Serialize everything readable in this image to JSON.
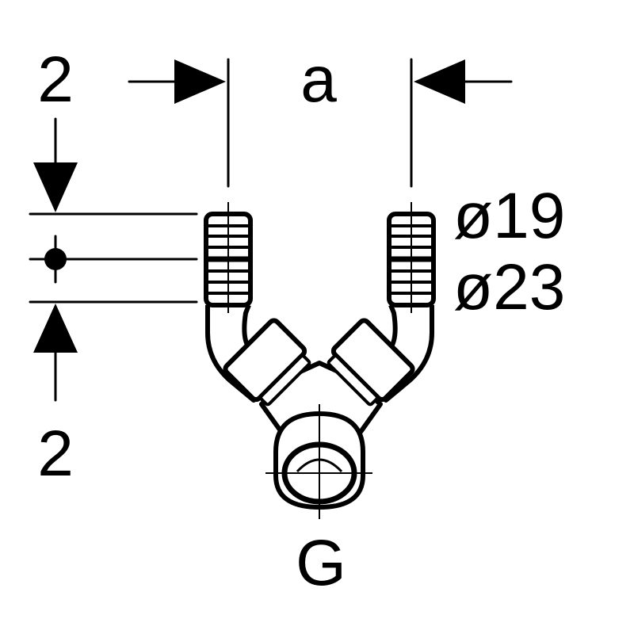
{
  "labels": {
    "top_count": "2",
    "bottom_count": "2",
    "spacing": "a",
    "diameter_small": "ø19",
    "diameter_large": "ø23",
    "thread": "G"
  },
  "colors": {
    "ink": "#000000",
    "background": "#ffffff"
  }
}
